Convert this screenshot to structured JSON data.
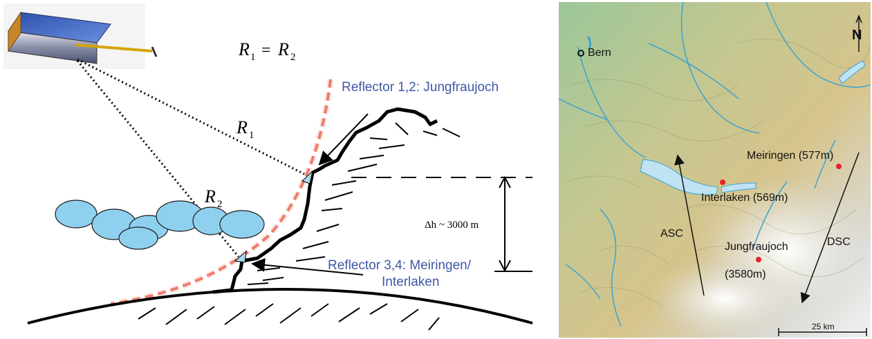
{
  "diagram": {
    "equation": {
      "lhs": "R",
      "lhs_sub": "1",
      "op": " = ",
      "rhs": "R",
      "rhs_sub": "2"
    },
    "r1": {
      "letter": "R",
      "sub": "1"
    },
    "r2": {
      "letter": "R",
      "sub": "2"
    },
    "reflector_top": "Reflector 1,2: Jungfraujoch",
    "reflector_bottom_line1": "Reflector 3,4: Meiringen/",
    "reflector_bottom_line2": "Interlaken",
    "delta_h": "Δh ~ 3000 m",
    "colors": {
      "atmosphere": "#e8402a",
      "reflector": "#a9dbea",
      "cloud": "#8fd0ee",
      "label": "#3f57a6"
    }
  },
  "map": {
    "north": "N",
    "cities": [
      {
        "name": "Bern"
      },
      {
        "name": "Meiringen (577m)"
      },
      {
        "name": "Interlaken (569m)"
      },
      {
        "name": "Jungfraujoch",
        "name2": "(3580m)"
      }
    ],
    "asc": "ASC",
    "dsc": "DSC",
    "scale": "25 km",
    "colors": {
      "lake": "#bfe3f2",
      "river": "#3aa3d0",
      "marker": "#e8202a"
    }
  }
}
